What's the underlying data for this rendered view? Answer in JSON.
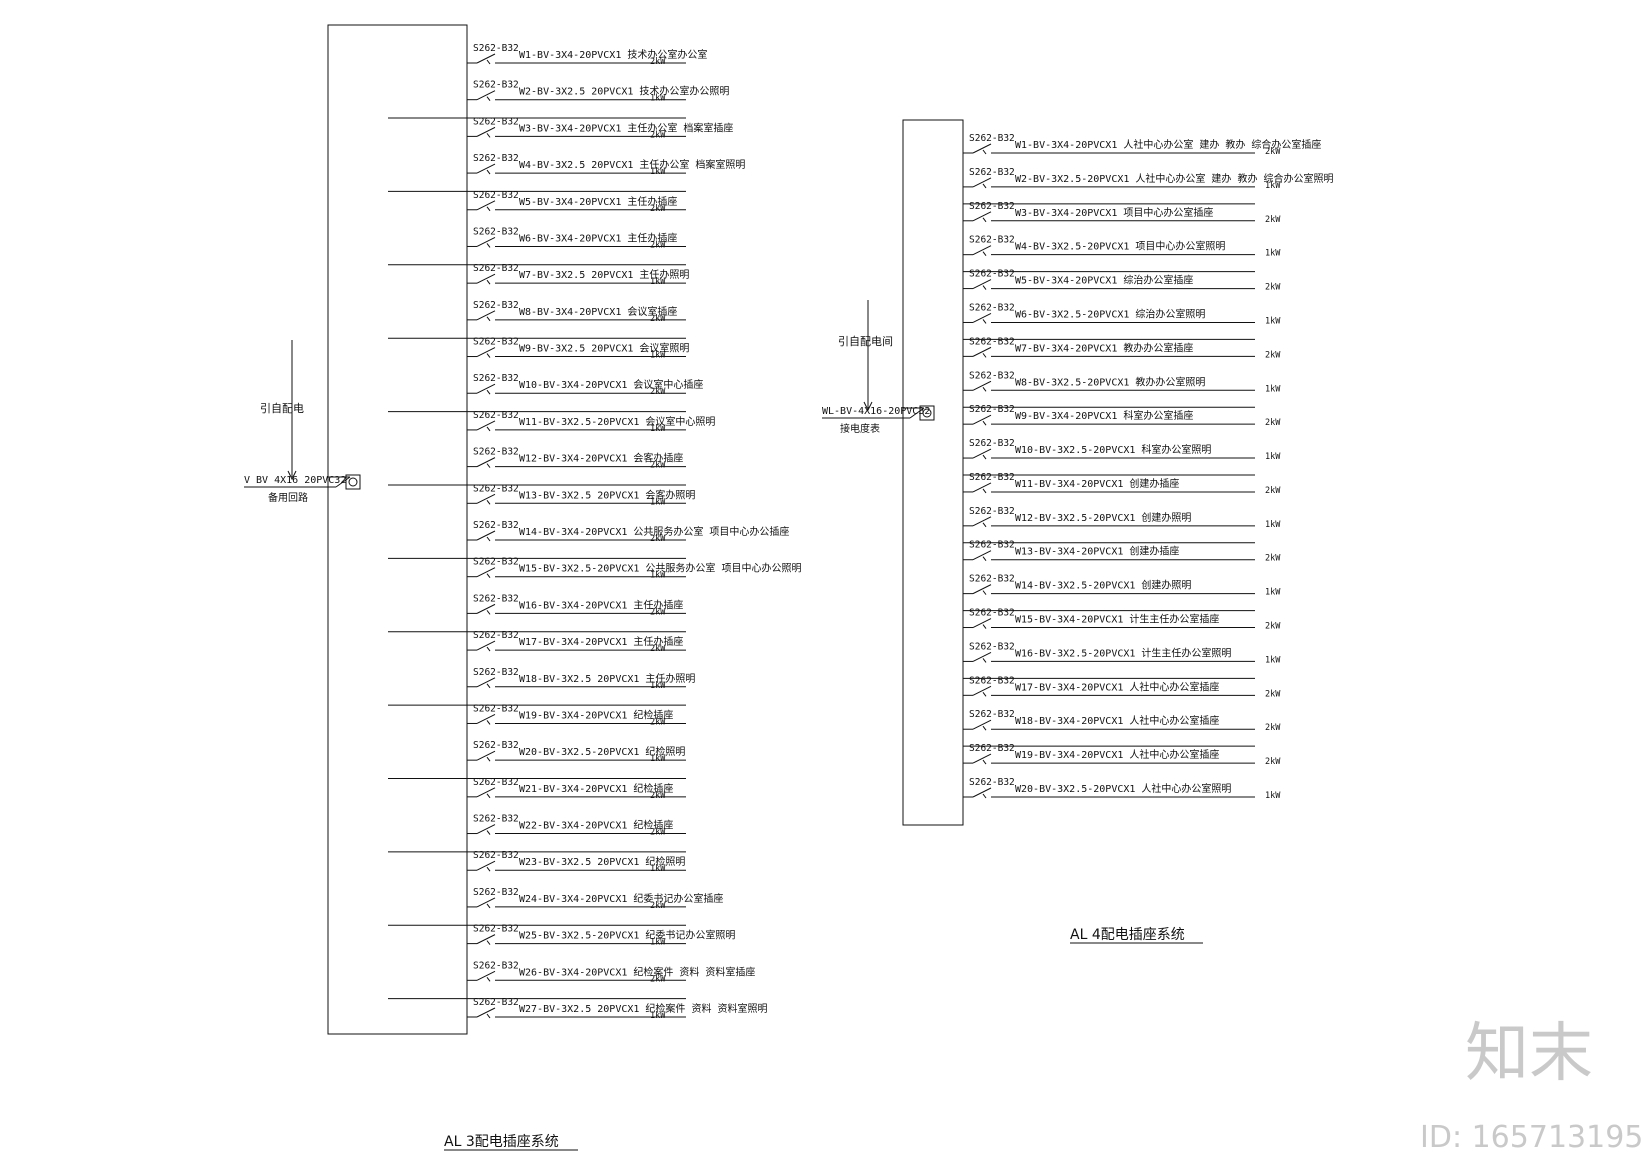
{
  "panels": [
    {
      "title": "AL 3配电插座系统",
      "feed": {
        "label": "引自配电",
        "cable": "V  BV 4X16 20PVC32",
        "sub": "备用回路"
      },
      "circuits": [
        {
          "breaker": "S262-B32",
          "circuit": "W1-BV-3X4-20PVCX1 技术办公室办公室",
          "power": "2kW"
        },
        {
          "breaker": "S262-B32",
          "circuit": "W2-BV-3X2.5 20PVCX1 技术办公室办公照明",
          "power": "1kW"
        },
        {
          "breaker": "S262-B32",
          "circuit": "W3-BV-3X4-20PVCX1 主任办公室 档案室插座",
          "power": "2kW"
        },
        {
          "breaker": "S262-B32",
          "circuit": "W4-BV-3X2.5 20PVCX1 主任办公室 档案室照明",
          "power": "1kW"
        },
        {
          "breaker": "S262-B32",
          "circuit": "W5-BV-3X4-20PVCX1 主任办插座",
          "power": "2kW"
        },
        {
          "breaker": "S262-B32",
          "circuit": "W6-BV-3X4-20PVCX1 主任办插座",
          "power": "2kW"
        },
        {
          "breaker": "S262-B32",
          "circuit": "W7-BV-3X2.5 20PVCX1 主任办照明",
          "power": "1kW"
        },
        {
          "breaker": "S262-B32",
          "circuit": "W8-BV-3X4-20PVCX1 会议室插座",
          "power": "2kW"
        },
        {
          "breaker": "S262-B32",
          "circuit": "W9-BV-3X2.5 20PVCX1 会议室照明",
          "power": "1kW"
        },
        {
          "breaker": "S262-B32",
          "circuit": "W10-BV-3X4-20PVCX1 会议室中心插座",
          "power": "2kW"
        },
        {
          "breaker": "S262-B32",
          "circuit": "W11-BV-3X2.5-20PVCX1 会议室中心照明",
          "power": "1kW"
        },
        {
          "breaker": "S262-B32",
          "circuit": "W12-BV-3X4-20PVCX1 会客办插座",
          "power": "2kW"
        },
        {
          "breaker": "S262-B32",
          "circuit": "W13-BV-3X2.5 20PVCX1 会客办照明",
          "power": "1kW"
        },
        {
          "breaker": "S262-B32",
          "circuit": "W14-BV-3X4-20PVCX1 公共服务办公室 项目中心办公插座",
          "power": "2kW"
        },
        {
          "breaker": "S262-B32",
          "circuit": "W15-BV-3X2.5-20PVCX1 公共服务办公室 项目中心办公照明",
          "power": "1kW"
        },
        {
          "breaker": "S262-B32",
          "circuit": "W16-BV-3X4-20PVCX1 主任办插座",
          "power": "2kW"
        },
        {
          "breaker": "S262-B32",
          "circuit": "W17-BV-3X4-20PVCX1 主任办插座",
          "power": "2kW"
        },
        {
          "breaker": "S262-B32",
          "circuit": "W18-BV-3X2.5 20PVCX1 主任办照明",
          "power": "1kW"
        },
        {
          "breaker": "S262-B32",
          "circuit": "W19-BV-3X4-20PVCX1 纪检插座",
          "power": "2kW"
        },
        {
          "breaker": "S262-B32",
          "circuit": "W20-BV-3X2.5-20PVCX1 纪检照明",
          "power": "1kW"
        },
        {
          "breaker": "S262-B32",
          "circuit": "W21-BV-3X4-20PVCX1 纪检插座",
          "power": "2kW"
        },
        {
          "breaker": "S262-B32",
          "circuit": "W22-BV-3X4-20PVCX1 纪检插座",
          "power": "2kW"
        },
        {
          "breaker": "S262-B32",
          "circuit": "W23-BV-3X2.5 20PVCX1 纪检照明",
          "power": "1kW"
        },
        {
          "breaker": "S262-B32",
          "circuit": "W24-BV-3X4-20PVCX1 纪委书记办公室插座",
          "power": "2kW"
        },
        {
          "breaker": "S262-B32",
          "circuit": "W25-BV-3X2.5-20PVCX1 纪委书记办公室照明",
          "power": "1kW"
        },
        {
          "breaker": "S262-B32",
          "circuit": "W26-BV-3X4-20PVCX1 纪检案件 资料 资料室插座",
          "power": "2kW"
        },
        {
          "breaker": "S262-B32",
          "circuit": "W27-BV-3X2.5 20PVCX1 纪检案件 资料 资料室照明",
          "power": "1kW"
        }
      ]
    },
    {
      "title": "AL 4配电插座系统",
      "feed": {
        "label": "引自配电间",
        "cable": "WL-BV-4X16-20PVC32",
        "sub": "接电度表"
      },
      "circuits": [
        {
          "breaker": "S262-B32",
          "circuit": "W1-BV-3X4-20PVCX1 人社中心办公室 建办 教办 综合办公室插座",
          "power": "2kW"
        },
        {
          "breaker": "S262-B32",
          "circuit": "W2-BV-3X2.5-20PVCX1 人社中心办公室 建办 教办 综合办公室照明",
          "power": "1kW"
        },
        {
          "breaker": "S262-B32",
          "circuit": "W3-BV-3X4-20PVCX1 项目中心办公室插座",
          "power": "2kW"
        },
        {
          "breaker": "S262-B32",
          "circuit": "W4-BV-3X2.5-20PVCX1 项目中心办公室照明",
          "power": "1kW"
        },
        {
          "breaker": "S262-B32",
          "circuit": "W5-BV-3X4-20PVCX1 综治办公室插座",
          "power": "2kW"
        },
        {
          "breaker": "S262-B32",
          "circuit": "W6-BV-3X2.5-20PVCX1 综治办公室照明",
          "power": "1kW"
        },
        {
          "breaker": "S262-B32",
          "circuit": "W7-BV-3X4-20PVCX1 教办办公室插座",
          "power": "2kW"
        },
        {
          "breaker": "S262-B32",
          "circuit": "W8-BV-3X2.5-20PVCX1 教办办公室照明",
          "power": "1kW"
        },
        {
          "breaker": "S262-B32",
          "circuit": "W9-BV-3X4-20PVCX1 科室办公室插座",
          "power": "2kW"
        },
        {
          "breaker": "S262-B32",
          "circuit": "W10-BV-3X2.5-20PVCX1 科室办公室照明",
          "power": "1kW"
        },
        {
          "breaker": "S262-B32",
          "circuit": "W11-BV-3X4-20PVCX1 创建办插座",
          "power": "2kW"
        },
        {
          "breaker": "S262-B32",
          "circuit": "W12-BV-3X2.5-20PVCX1 创建办照明",
          "power": "1kW"
        },
        {
          "breaker": "S262-B32",
          "circuit": "W13-BV-3X4-20PVCX1 创建办插座",
          "power": "2kW"
        },
        {
          "breaker": "S262-B32",
          "circuit": "W14-BV-3X2.5-20PVCX1 创建办照明",
          "power": "1kW"
        },
        {
          "breaker": "S262-B32",
          "circuit": "W15-BV-3X4-20PVCX1 计生主任办公室插座",
          "power": "2kW"
        },
        {
          "breaker": "S262-B32",
          "circuit": "W16-BV-3X2.5-20PVCX1 计生主任办公室照明",
          "power": "1kW"
        },
        {
          "breaker": "S262-B32",
          "circuit": "W17-BV-3X4-20PVCX1 人社中心办公室插座",
          "power": "2kW"
        },
        {
          "breaker": "S262-B32",
          "circuit": "W18-BV-3X4-20PVCX1 人社中心办公室插座",
          "power": "2kW"
        },
        {
          "breaker": "S262-B32",
          "circuit": "W19-BV-3X4-20PVCX1 人社中心办公室插座",
          "power": "2kW"
        },
        {
          "breaker": "S262-B32",
          "circuit": "W20-BV-3X2.5-20PVCX1 人社中心办公室照明",
          "power": "1kW"
        }
      ]
    }
  ],
  "watermark": {
    "logo": "知末",
    "id": "ID: 165713195"
  }
}
